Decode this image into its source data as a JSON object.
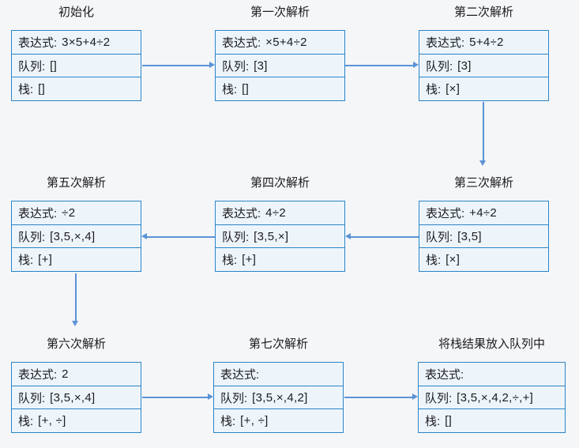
{
  "colors": {
    "box_border": "#2b84c6",
    "box_fill": "#edf5fb",
    "arrow": "#5b93d6",
    "background": "#f5f6f8",
    "text": "#1c1c1e"
  },
  "boxes": [
    {
      "title": "初始化",
      "rows": [
        {
          "label": "表达式:",
          "value": "3×5+4÷2"
        },
        {
          "label": "队列:",
          "value": "[]"
        },
        {
          "label": "栈:",
          "value": "[]"
        }
      ]
    },
    {
      "title": "第一次解析",
      "rows": [
        {
          "label": "表达式:",
          "value": "×5+4÷2"
        },
        {
          "label": "队列:",
          "value": "[3]"
        },
        {
          "label": "栈:",
          "value": "[]"
        }
      ]
    },
    {
      "title": "第二次解析",
      "rows": [
        {
          "label": "表达式:",
          "value": "5+4÷2"
        },
        {
          "label": "队列:",
          "value": "[3]"
        },
        {
          "label": "栈:",
          "value": "[×]"
        }
      ]
    },
    {
      "title": "第三次解析",
      "rows": [
        {
          "label": "表达式:",
          "value": "+4÷2"
        },
        {
          "label": "队列:",
          "value": "[3,5]"
        },
        {
          "label": "栈:",
          "value": "[×]"
        }
      ]
    },
    {
      "title": "第四次解析",
      "rows": [
        {
          "label": "表达式:",
          "value": "4÷2"
        },
        {
          "label": "队列:",
          "value": "[3,5,×]"
        },
        {
          "label": "栈:",
          "value": "[+]"
        }
      ]
    },
    {
      "title": "第五次解析",
      "rows": [
        {
          "label": "表达式:",
          "value": "÷2"
        },
        {
          "label": "队列:",
          "value": "[3,5,×,4]"
        },
        {
          "label": "栈:",
          "value": "[+]"
        }
      ]
    },
    {
      "title": "第六次解析",
      "rows": [
        {
          "label": "表达式:",
          "value": "2"
        },
        {
          "label": "队列:",
          "value": "[3,5,×,4]"
        },
        {
          "label": "栈:",
          "value": "[+, ÷]"
        }
      ]
    },
    {
      "title": "第七次解析",
      "rows": [
        {
          "label": "表达式:",
          "value": ""
        },
        {
          "label": "队列:",
          "value": "[3,5,×,4,2]"
        },
        {
          "label": "栈:",
          "value": "[+, ÷]"
        }
      ]
    },
    {
      "title": "将栈结果放入队列中",
      "rows": [
        {
          "label": "表达式:",
          "value": ""
        },
        {
          "label": "队列:",
          "value": "[3,5,×,4,2,÷,+]"
        },
        {
          "label": "栈:",
          "value": "[]"
        }
      ]
    }
  ],
  "arrows": [
    {
      "from": "初始化",
      "to": "第一次解析",
      "direction": "right"
    },
    {
      "from": "第一次解析",
      "to": "第二次解析",
      "direction": "right"
    },
    {
      "from": "第二次解析",
      "to": "第三次解析",
      "direction": "down"
    },
    {
      "from": "第三次解析",
      "to": "第四次解析",
      "direction": "left"
    },
    {
      "from": "第四次解析",
      "to": "第五次解析",
      "direction": "left"
    },
    {
      "from": "第五次解析",
      "to": "第六次解析",
      "direction": "down"
    },
    {
      "from": "第六次解析",
      "to": "第七次解析",
      "direction": "right"
    },
    {
      "from": "第七次解析",
      "to": "将栈结果放入队列中",
      "direction": "right"
    }
  ]
}
